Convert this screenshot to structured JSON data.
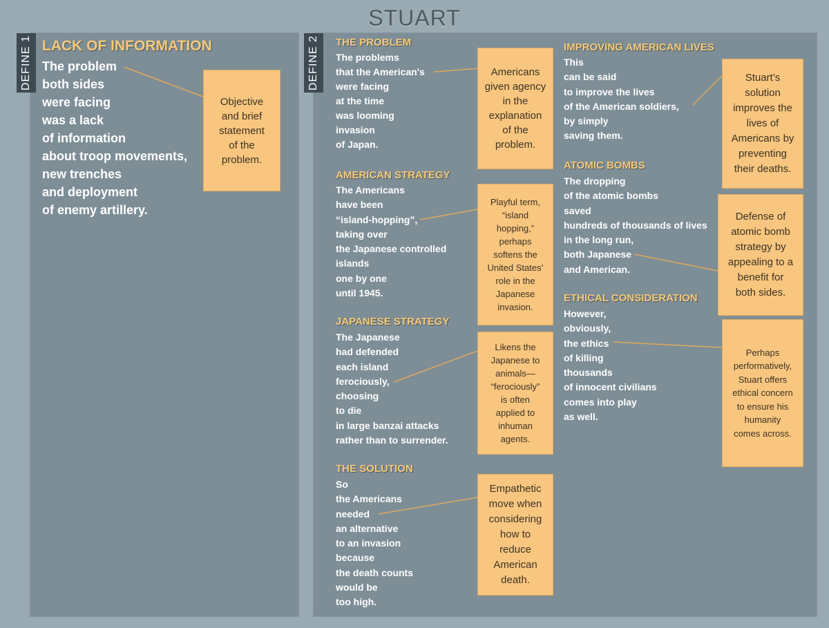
{
  "title": "STUART",
  "define1": {
    "tab": "DEFINE 1",
    "section": {
      "heading": "LACK OF INFORMATION",
      "text": "The problem\nboth sides\nwere facing\nwas a lack\nof information\nabout troop movements,\nnew trenches\nand deployment\nof enemy artillery.",
      "note": "Objective\nand brief\nstatement\nof the\nproblem."
    }
  },
  "define2": {
    "tab": "DEFINE 2",
    "problem": {
      "heading": "THE PROBLEM",
      "text": "The problems\nthat the American's\nwere facing\nat the time\nwas looming\ninvasion\nof Japan.",
      "note": "Americans\ngiven agency\nin the\nexplanation\nof the\nproblem."
    },
    "american_strategy": {
      "heading": "AMERICAN STRATEGY",
      "text": "The Americans\nhave been\n“island-hopping”,\ntaking over\nthe Japanese controlled\nislands\none by one\nuntil 1945.",
      "note": "Playful term,\n“island\nhopping,”\nperhaps\nsoftens the\nUnited States’\nrole in the\nJapanese\ninvasion."
    },
    "japanese_strategy": {
      "heading": "JAPANESE STRATEGY",
      "text": "The Japanese\nhad defended\neach island\nferociously,\nchoosing\nto die\nin large banzai attacks\nrather than to surrender.",
      "note": "Likens the\nJapanese to\nanimals—\n“ferociously”\nis often\napplied to\ninhuman\nagents."
    },
    "solution": {
      "heading": "THE SOLUTION",
      "text": "So\nthe Americans\nneeded\nan alternative\nto an invasion\nbecause\nthe death counts\nwould be\ntoo high.",
      "note": "Empathetic\nmove when\nconsidering\nhow to\nreduce\nAmerican\ndeath."
    },
    "improving": {
      "heading": "IMPROVING  AMERICAN LIVES",
      "text": "This\ncan be said\nto improve the lives\nof the American soldiers,\nby simply\nsaving them.",
      "note": "Stuart’s\nsolution\nimproves the\nlives of\nAmericans by\npreventing\ntheir deaths."
    },
    "atomic": {
      "heading": "ATOMIC BOMBS",
      "text": "The dropping\nof the atomic bombs\nsaved\nhundreds of thousands of lives\nin the long run,\nboth Japanese\nand American.",
      "note": "Defense of\natomic bomb\nstrategy by\nappealing to a\nbenefit for\nboth sides."
    },
    "ethical": {
      "heading": "ETHICAL CONSIDERATION",
      "text": "However,\nobviously,\nthe ethics\nof killing\nthousands\nof innocent civilians\ncomes into play\nas well.",
      "note": "Perhaps\nperformatively,\nStuart offers\nethical concern\nto ensure his\nhumanity\ncomes across."
    }
  },
  "colors": {
    "background": "#9aaab3",
    "panel": "#7e8e97",
    "tab": "#3e4a52",
    "heading": "#f6c97a",
    "note": "#f8c67f",
    "connector": "#e0a95a"
  }
}
